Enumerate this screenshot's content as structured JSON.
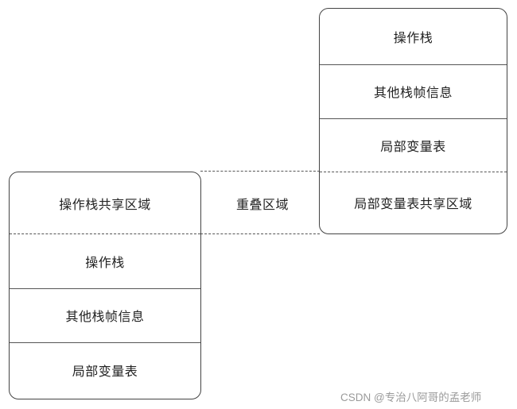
{
  "upper_frame": {
    "cells": [
      {
        "label": "操作栈"
      },
      {
        "label": "其他栈帧信息"
      },
      {
        "label": "局部变量表"
      },
      {
        "label": "局部变量表共享区域"
      }
    ]
  },
  "lower_frame": {
    "cells": [
      {
        "label": "操作栈共享区域"
      },
      {
        "label": "操作栈"
      },
      {
        "label": "其他栈帧信息"
      },
      {
        "label": "局部变量表"
      }
    ]
  },
  "overlap_label": "重叠区域",
  "watermark": "CSDN @专治八阿哥的孟老师"
}
